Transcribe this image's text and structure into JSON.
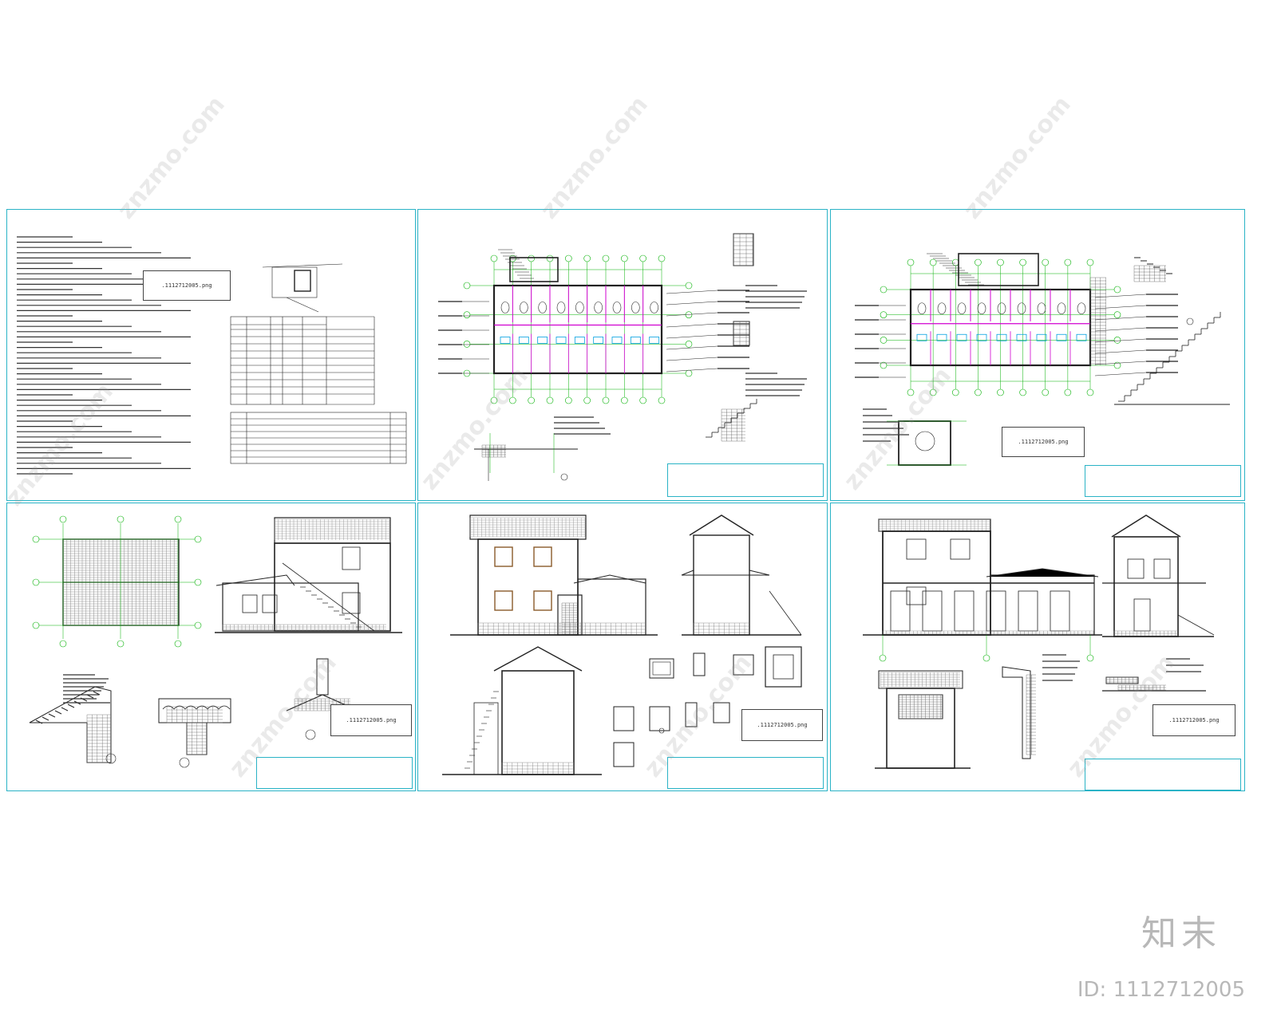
{
  "watermark": {
    "text": "znzmo.com",
    "brand": "知末",
    "id": "ID: 1112712005"
  },
  "stamps": {
    "file": ".1112712005.png"
  },
  "colors": {
    "frame": "#2ab3c6",
    "grid": "#00b000",
    "wall": "#d000d0",
    "fixture": "#00a0e0",
    "line": "#222222"
  },
  "sheets": [
    {
      "name": "design-notes-sheet"
    },
    {
      "name": "first-floor-plan-sheet"
    },
    {
      "name": "second-floor-plan-sheet"
    },
    {
      "name": "roof-plan-elevation-sheet"
    },
    {
      "name": "elevations-sections-sheet"
    },
    {
      "name": "sections-details-sheet"
    }
  ]
}
